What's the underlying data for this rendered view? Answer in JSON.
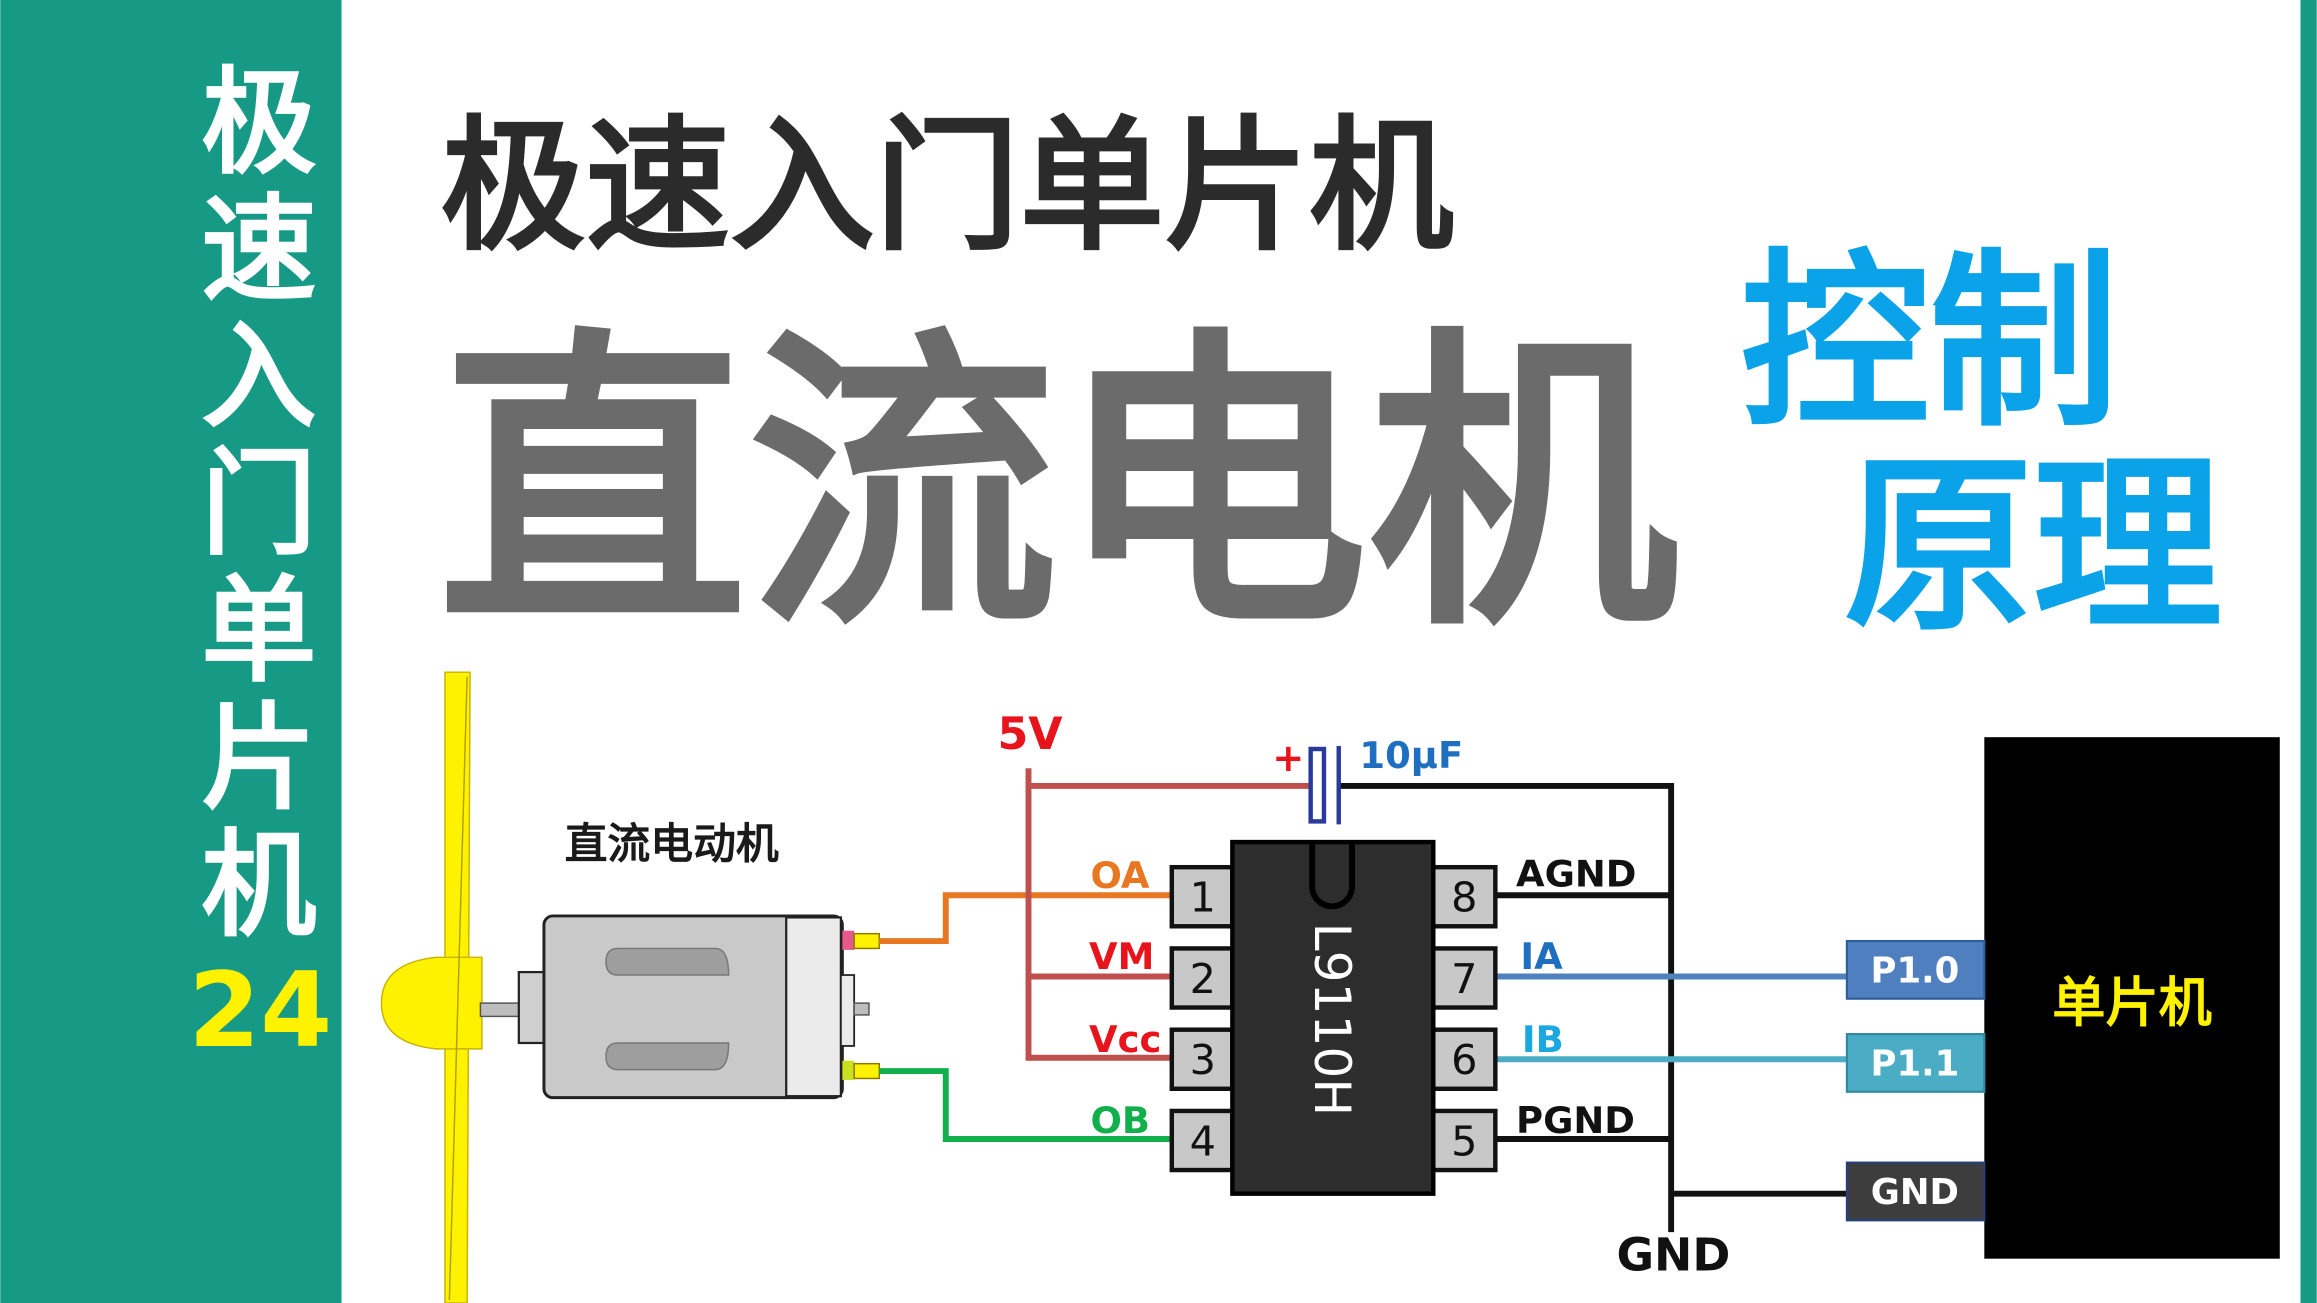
{
  "sidebar": {
    "vertical_title_chars": [
      "极",
      "速",
      "入",
      "门",
      "单",
      "片",
      "机"
    ],
    "episode_number": "24"
  },
  "header": {
    "series_title": "极速入门单片机",
    "main_title": "直流电机",
    "subtitle_line1": "控制",
    "subtitle_line2": "原理"
  },
  "diagram": {
    "motor_label": "直流电动机",
    "supply_label": "5V",
    "capacitor_plus": "+",
    "capacitor_value": "10μF",
    "chip_name": "L9110H",
    "left_pins": [
      {
        "num": "1",
        "label": "OA"
      },
      {
        "num": "2",
        "label": "VM"
      },
      {
        "num": "3",
        "label": "Vcc"
      },
      {
        "num": "4",
        "label": "OB"
      }
    ],
    "right_pins": [
      {
        "num": "8",
        "label": "AGND"
      },
      {
        "num": "7",
        "label": "IA"
      },
      {
        "num": "6",
        "label": "IB"
      },
      {
        "num": "5",
        "label": "PGND"
      }
    ],
    "ground_label": "GND",
    "mcu_label": "单片机",
    "mcu_ports": [
      "P1.0",
      "P1.1",
      "GND"
    ]
  },
  "colors": {
    "sidebar": "#169a86",
    "title_dark": "#2b2b2b",
    "title_gray": "#6b6b6b",
    "accent_blue": "#0aa2e8",
    "sidebar_number": "#fff200"
  }
}
